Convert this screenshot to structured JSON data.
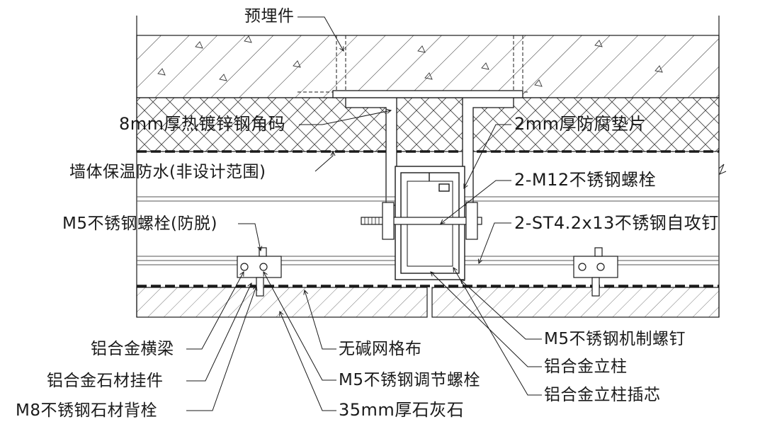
{
  "labels": {
    "embedded_part": "预埋件",
    "angle_code": "8mm厚热镀锌钢角码",
    "anti_corrosion_pad": "2mm厚防腐垫片",
    "insulation_waterproof": "墙体保温防水(非设计范围)",
    "m12_bolt": "2-M12不锈钢螺栓",
    "m5_antidrop": "M5不锈钢螺栓(防脱)",
    "st_screw": "2-ST4.2x13不锈钢自攻钉",
    "m5_machine_screw": "M5不锈钢机制螺钉",
    "al_beam": "铝合金横梁",
    "alkali_free_mesh": "无碱网格布",
    "al_column": "铝合金立柱",
    "al_stone_hanger": "铝合金石材挂件",
    "m5_adjust_bolt": "M5不锈钢调节螺栓",
    "al_column_insert": "铝合金立柱插芯",
    "m8_back_bolt": "M8不锈钢石材背栓",
    "stone_layer": "35mm厚石灰石"
  },
  "colors": {
    "line": "#1a1a1a",
    "background": "#ffffff"
  }
}
